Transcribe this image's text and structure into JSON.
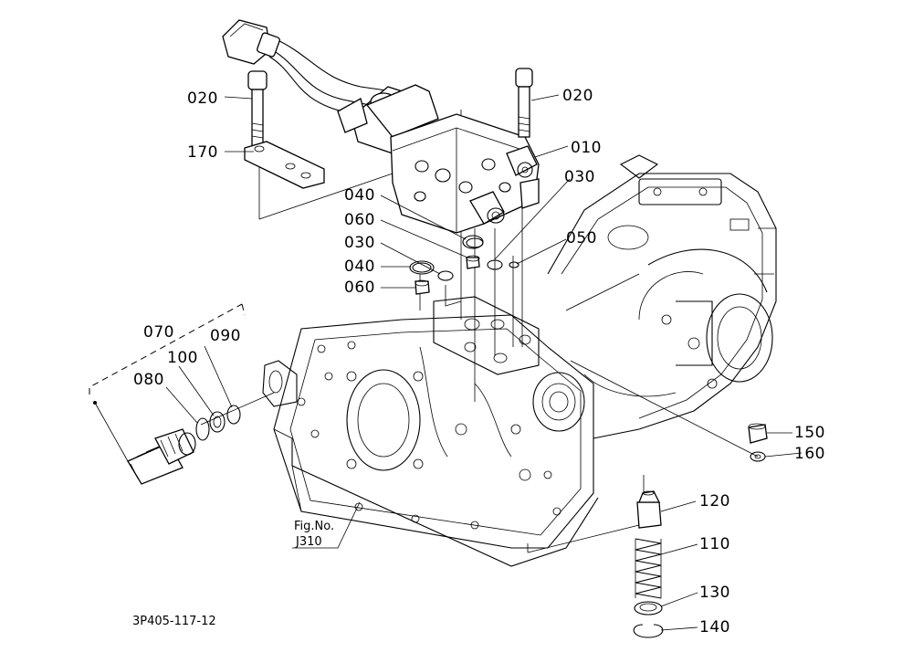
{
  "figure": {
    "drawing_number": "3P405-117-12",
    "reference": {
      "line1": "Fig.No.",
      "line2": "J310"
    }
  },
  "callouts": [
    {
      "id": "c020a",
      "label": "020"
    },
    {
      "id": "c170",
      "label": "170"
    },
    {
      "id": "c020b",
      "label": "020"
    },
    {
      "id": "c010",
      "label": "010"
    },
    {
      "id": "c030a",
      "label": "030"
    },
    {
      "id": "c040a",
      "label": "040"
    },
    {
      "id": "c060a",
      "label": "060"
    },
    {
      "id": "c030b",
      "label": "030"
    },
    {
      "id": "c050",
      "label": "050"
    },
    {
      "id": "c040b",
      "label": "040"
    },
    {
      "id": "c060b",
      "label": "060"
    },
    {
      "id": "c070",
      "label": "070"
    },
    {
      "id": "c090",
      "label": "090"
    },
    {
      "id": "c100",
      "label": "100"
    },
    {
      "id": "c080",
      "label": "080"
    },
    {
      "id": "c150",
      "label": "150"
    },
    {
      "id": "c160",
      "label": "160"
    },
    {
      "id": "c120",
      "label": "120"
    },
    {
      "id": "c110",
      "label": "110"
    },
    {
      "id": "c130",
      "label": "130"
    },
    {
      "id": "c140",
      "label": "140"
    }
  ]
}
